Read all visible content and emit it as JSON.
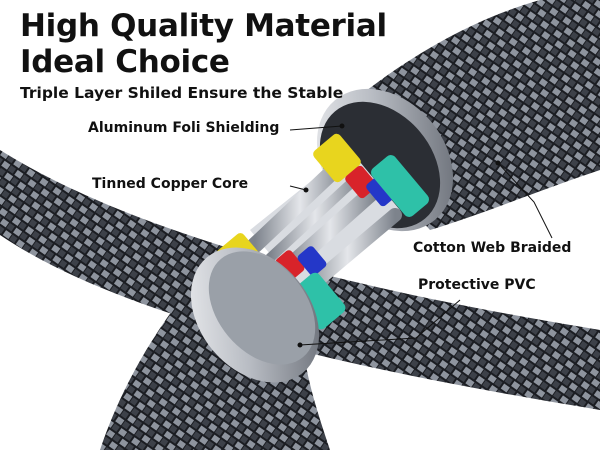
{
  "header": {
    "title_line1": "High Quality Material",
    "title_line2": "Ideal Choice",
    "subtitle": "Triple Layer Shiled Ensure the Stable"
  },
  "callouts": {
    "foil": "Aluminum Foli Shielding",
    "copper": "Tinned Copper Core",
    "braid": "Cotton Web Braided",
    "pvc": "Protective PVC"
  },
  "colors": {
    "braid_dark": "#1b1d22",
    "braid_light": "#8e949e",
    "metal_ring": "#c9ccd1",
    "yellow_insulation": "#e8d51e",
    "teal_insulation": "#2ec1a8",
    "red_insulation": "#d8232a",
    "blue_insulation": "#2437c8",
    "copper_strand": "#b9bec6"
  }
}
